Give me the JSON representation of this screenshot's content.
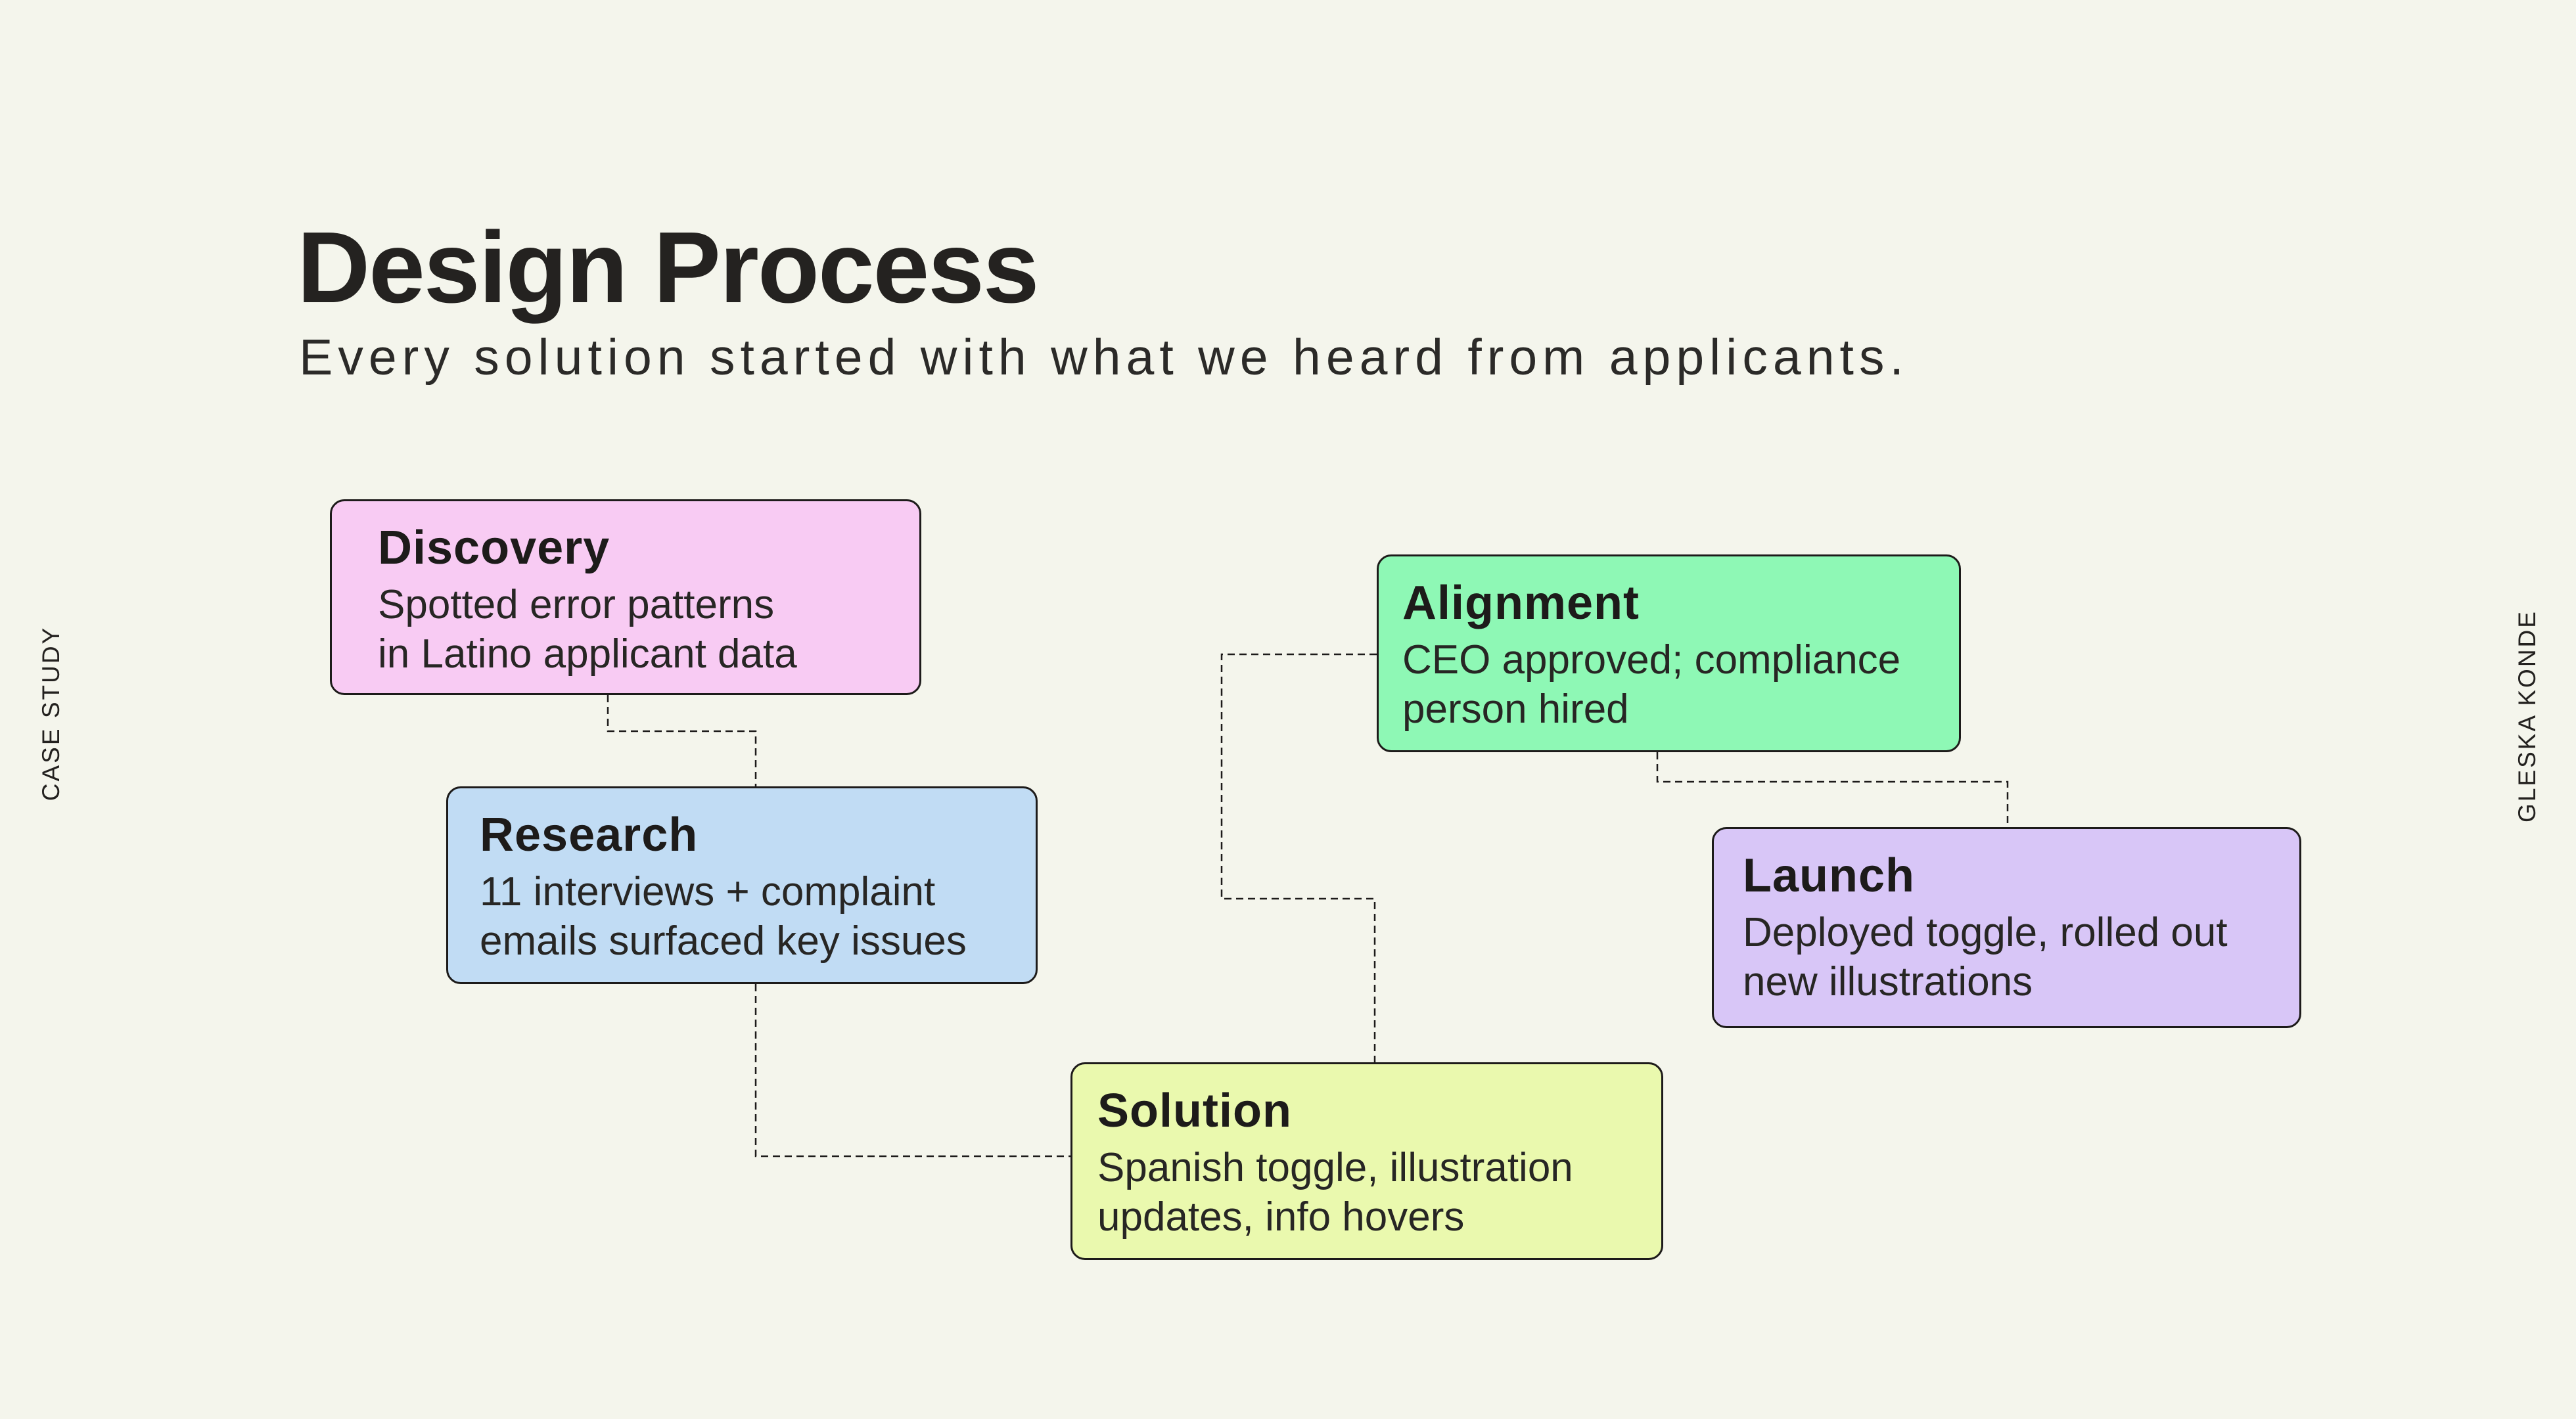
{
  "page": {
    "title": "Design Process",
    "subtitle": "Every solution started with what we heard from applicants."
  },
  "side_labels": {
    "left": "CASE STUDY",
    "right": "GLESKA KONDE"
  },
  "colors": {
    "background": "#f4f5ec",
    "ink": "#1d1b1a",
    "discovery_fill": "#f8cbf3",
    "research_fill": "#c1dcf4",
    "solution_fill": "#eaf9ae",
    "alignment_fill": "#8ef8b5",
    "launch_fill": "#d8c6f7"
  },
  "steps": [
    {
      "id": "discovery",
      "title": "Discovery",
      "description": "Spotted error patterns\nin Latino applicant data",
      "color": "#f8cbf3"
    },
    {
      "id": "research",
      "title": "Research",
      "description": "11 interviews + complaint\nemails surfaced key issues",
      "color": "#c1dcf4"
    },
    {
      "id": "solution",
      "title": "Solution",
      "description": "Spanish toggle, illustration\nupdates, info hovers",
      "color": "#eaf9ae"
    },
    {
      "id": "alignment",
      "title": "Alignment",
      "description": "CEO approved; compliance\nperson hired",
      "color": "#8ef8b5"
    },
    {
      "id": "launch",
      "title": "Launch",
      "description": "Deployed toggle, rolled out\nnew illustrations",
      "color": "#d8c6f7"
    }
  ]
}
